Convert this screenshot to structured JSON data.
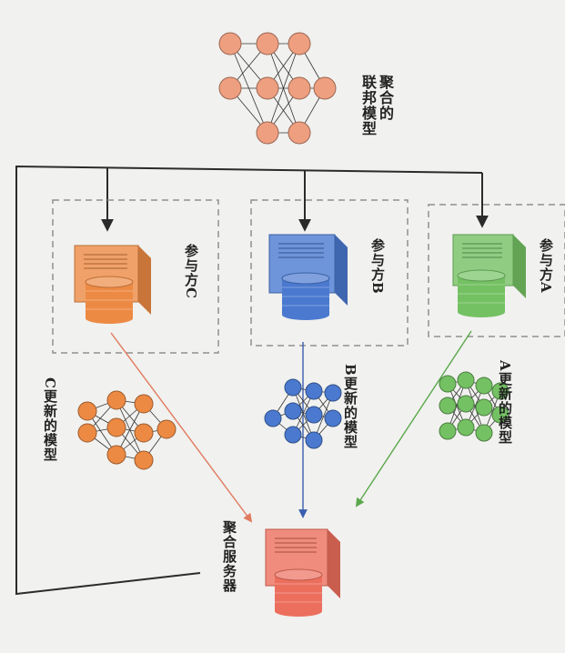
{
  "labels": {
    "global_model": "聚合的\n联邦模型",
    "aggregation_server": "聚合服务器",
    "participant_a": "参与方A",
    "participant_b": "参与方B",
    "participant_c": "参与方C",
    "update_a": "A更新的模型",
    "update_b": "B更新的模型",
    "update_c": "C更新的模型"
  },
  "colors": {
    "global": "#ee9f80",
    "a": "#74c163",
    "b": "#4a79cf",
    "c": "#ec8a44",
    "server": "#ec6f5d",
    "frame": "#2b2b2b",
    "dashed": "#8f8f8f"
  },
  "icons": {
    "server": "server-icon",
    "database": "database-icon",
    "network": "neural-network-icon",
    "arrow": "arrow-icon"
  }
}
